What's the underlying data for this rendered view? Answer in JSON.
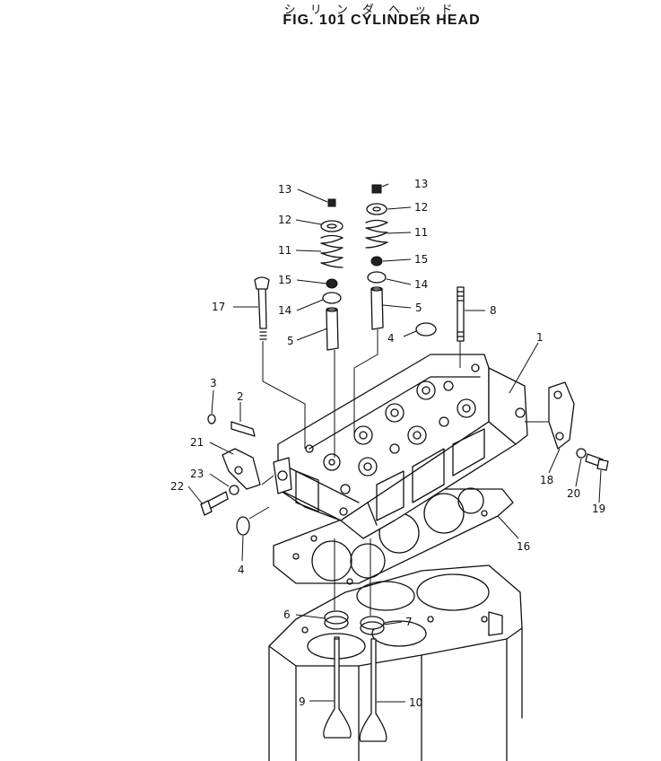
{
  "title_jp": "シ リ ン ダ ヘ ッ ド",
  "title": "FIG. 101  CYLINDER HEAD",
  "callouts": [
    {
      "id": "c1",
      "text": "1"
    },
    {
      "id": "c2",
      "text": "2"
    },
    {
      "id": "c3",
      "text": "3"
    },
    {
      "id": "c4a",
      "text": "4"
    },
    {
      "id": "c4b",
      "text": "4"
    },
    {
      "id": "c5a",
      "text": "5"
    },
    {
      "id": "c5b",
      "text": "5"
    },
    {
      "id": "c6",
      "text": "6"
    },
    {
      "id": "c7",
      "text": "7"
    },
    {
      "id": "c8",
      "text": "8"
    },
    {
      "id": "c9",
      "text": "9"
    },
    {
      "id": "c10",
      "text": "10"
    },
    {
      "id": "c11a",
      "text": "11"
    },
    {
      "id": "c11b",
      "text": "11"
    },
    {
      "id": "c12a",
      "text": "12"
    },
    {
      "id": "c12b",
      "text": "12"
    },
    {
      "id": "c13a",
      "text": "13"
    },
    {
      "id": "c13b",
      "text": "13"
    },
    {
      "id": "c14a",
      "text": "14"
    },
    {
      "id": "c14b",
      "text": "14"
    },
    {
      "id": "c15a",
      "text": "15"
    },
    {
      "id": "c15b",
      "text": "15"
    },
    {
      "id": "c16",
      "text": "16"
    },
    {
      "id": "c17",
      "text": "17"
    },
    {
      "id": "c18",
      "text": "18"
    },
    {
      "id": "c19",
      "text": "19"
    },
    {
      "id": "c20",
      "text": "20"
    },
    {
      "id": "c21",
      "text": "21"
    },
    {
      "id": "c22",
      "text": "22"
    },
    {
      "id": "c23",
      "text": "23"
    }
  ]
}
